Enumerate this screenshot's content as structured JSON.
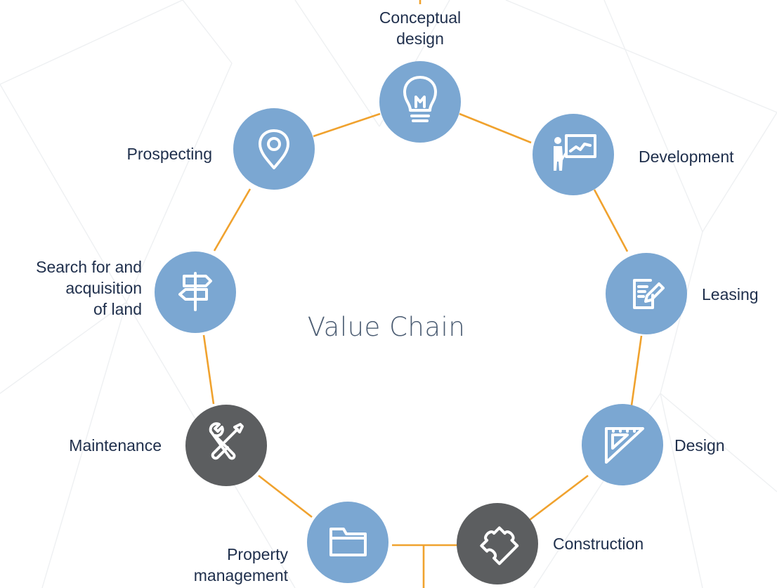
{
  "title": "Value Chain",
  "colors": {
    "active": "#7ba7d2",
    "inactive": "#5c5e60",
    "connector": "#f0a22e",
    "label_text": "#1f2f4c"
  },
  "steps": [
    {
      "label": "Conceptual\ndesign",
      "icon": "lightbulb-icon",
      "status": "active"
    },
    {
      "label": "Development",
      "icon": "presentation-icon",
      "status": "active"
    },
    {
      "label": "Leasing",
      "icon": "document-edit-icon",
      "status": "active"
    },
    {
      "label": "Design",
      "icon": "set-square-icon",
      "status": "active"
    },
    {
      "label": "Construction",
      "icon": "puzzle-piece-icon",
      "status": "inactive"
    },
    {
      "label": "Property\nmanagement",
      "icon": "folder-icon",
      "status": "active"
    },
    {
      "label": "Maintenance",
      "icon": "wrench-screwdriver-icon",
      "status": "inactive"
    },
    {
      "label": "Search for and\nacquisition\nof land",
      "icon": "signpost-icon",
      "status": "active"
    },
    {
      "label": "Prospecting",
      "icon": "map-pin-icon",
      "status": "active"
    }
  ]
}
